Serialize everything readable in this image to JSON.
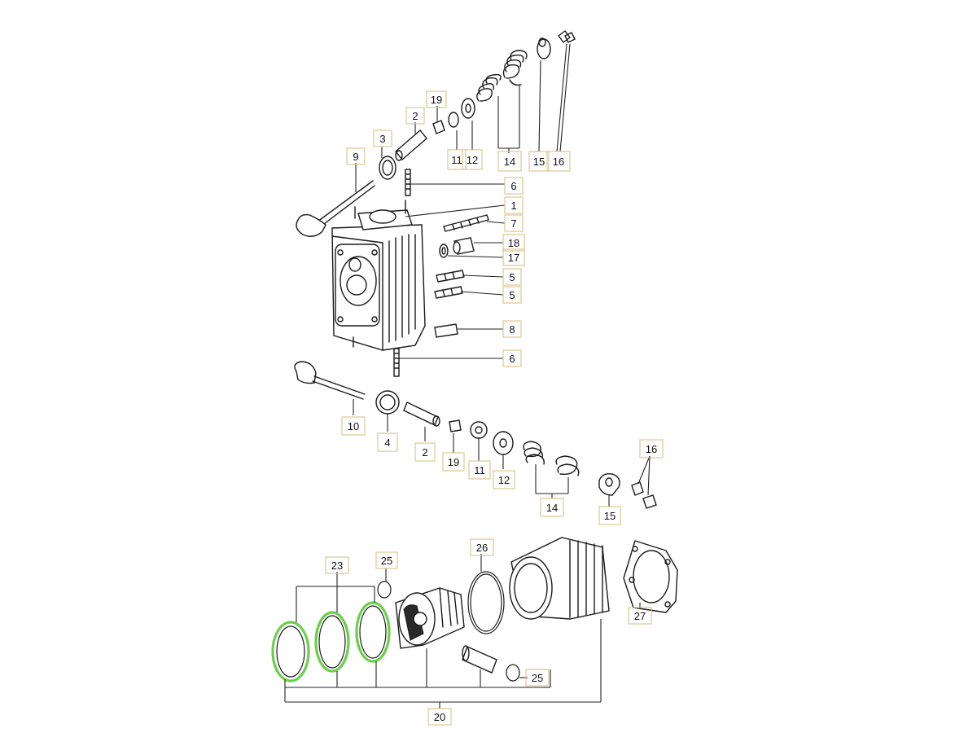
{
  "diagram": {
    "labels": {
      "l1": "1",
      "l2a": "2",
      "l2b": "2",
      "l3": "3",
      "l4": "4",
      "l5a": "5",
      "l5b": "5",
      "l6a": "6",
      "l6b": "6",
      "l7": "7",
      "l8": "8",
      "l9": "9",
      "l10": "10",
      "l11a": "11",
      "l11b": "11",
      "l12a": "12",
      "l12b": "12",
      "l14a": "14",
      "l14b": "14",
      "l15a": "15",
      "l15b": "15",
      "l16a": "16",
      "l16b": "16",
      "l17": "17",
      "l18": "18",
      "l19a": "19",
      "l19b": "19",
      "l20": "20",
      "l23": "23",
      "l25a": "25",
      "l25b": "25",
      "l26": "26",
      "l27": "27"
    },
    "colors": {
      "highlight": "#6ccf4a",
      "label_box": "#d9c48a",
      "line": "#1a1a1a"
    }
  }
}
